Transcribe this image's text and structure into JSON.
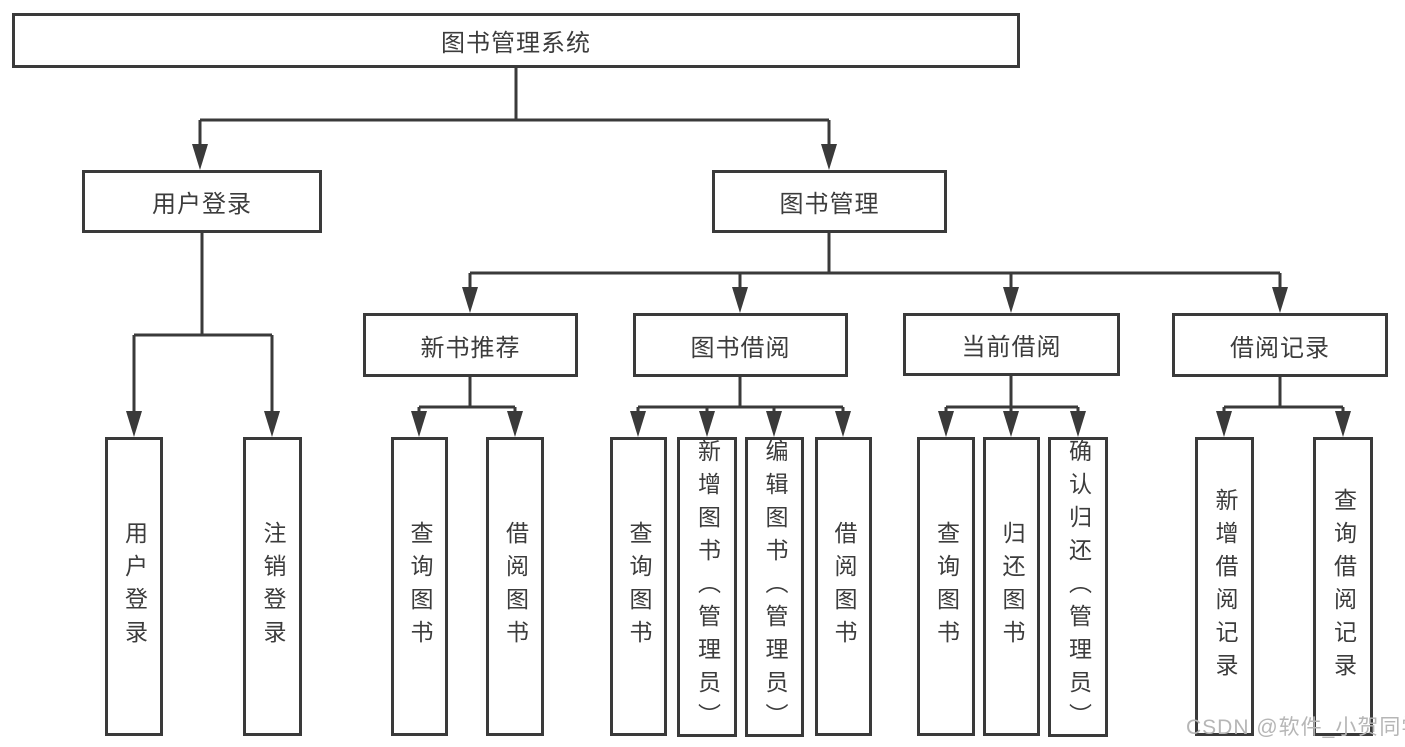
{
  "tree": {
    "label": "图书管理系统",
    "children": [
      {
        "label": "用户登录",
        "children": [
          {
            "label": "用户登录"
          },
          {
            "label": "注销登录"
          }
        ]
      },
      {
        "label": "图书管理",
        "children": [
          {
            "label": "新书推荐",
            "children": [
              {
                "label": "查询图书"
              },
              {
                "label": "借阅图书"
              }
            ]
          },
          {
            "label": "图书借阅",
            "children": [
              {
                "label": "查询图书"
              },
              {
                "label": "新增图书（管理员）"
              },
              {
                "label": "编辑图书（管理员）"
              },
              {
                "label": "借阅图书"
              }
            ]
          },
          {
            "label": "当前借阅",
            "children": [
              {
                "label": "查询图书"
              },
              {
                "label": "归还图书"
              },
              {
                "label": "确认归还（管理员）"
              }
            ]
          },
          {
            "label": "借阅记录",
            "children": [
              {
                "label": "新增借阅记录"
              },
              {
                "label": "查询借阅记录"
              }
            ]
          }
        ]
      }
    ]
  },
  "watermark": "CSDN @软件_小贺同学",
  "colors": {
    "line": "#3a3a3a",
    "text": "#3c3c3c",
    "background": "#ffffff",
    "watermark": "#b6b6b6"
  }
}
